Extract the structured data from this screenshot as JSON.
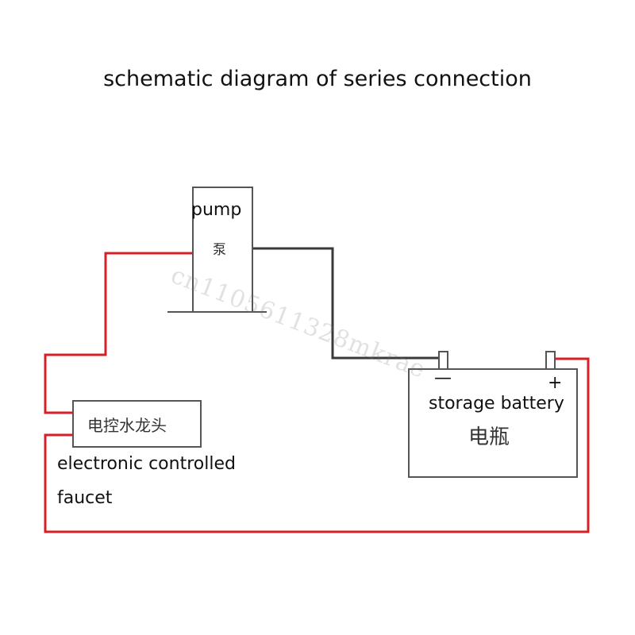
{
  "title": "schematic diagram of series connection",
  "pump": {
    "label_en": "pump",
    "label_zh": "泵"
  },
  "faucet": {
    "label_zh": "电控水龙头",
    "label_en_line1": "electronic controlled",
    "label_en_line2": "faucet"
  },
  "battery": {
    "label_en": "storage battery",
    "label_zh": "电瓶",
    "minus": "—",
    "plus": "+"
  },
  "watermark": "cn1105611328mkrae",
  "colors": {
    "positive_wire": "#d42026",
    "negative_wire": "#3a3a3a",
    "outline": "#555555"
  }
}
